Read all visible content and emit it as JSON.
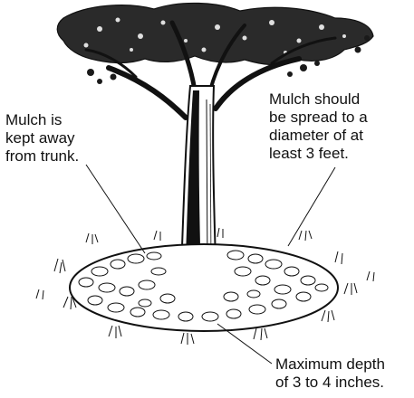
{
  "labels": {
    "trunk_clearance": "Mulch is\nkept away\nfrom trunk.",
    "spread_diameter": "Mulch should\nbe spread to a\ndiameter of at\nleast 3 feet.",
    "max_depth": "Maximum depth\nof 3 to 4 inches."
  },
  "colors": {
    "ink": "#111111",
    "background": "#ffffff"
  }
}
